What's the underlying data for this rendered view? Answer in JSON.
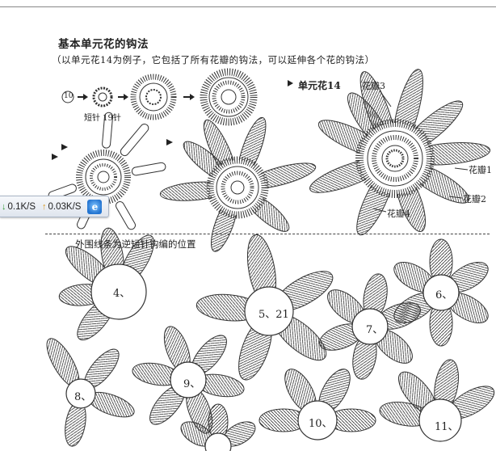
{
  "header": {
    "title": "基本单元花的钩法",
    "subtitle": "（以单元花14为例子，它包括了所有花瓣的钩法，可以延伸各个花的钩法）"
  },
  "steps": {
    "ring_label": "10",
    "stitch_note": "短针 19针",
    "unit_label": "单元花14"
  },
  "petals": {
    "p1": "花瓣1",
    "p2": "花瓣2",
    "p3": "花瓣3",
    "p4": "花瓣4"
  },
  "section2": {
    "note": "外围线条为逆短针钩编的位置"
  },
  "flowers": [
    {
      "label": "4、"
    },
    {
      "label": "5、21"
    },
    {
      "label": "6、"
    },
    {
      "label": "7、"
    },
    {
      "label": "8、"
    },
    {
      "label": "9、"
    },
    {
      "label": "10、"
    },
    {
      "label": "11、"
    }
  ],
  "netspeed": {
    "down": "0.1K/S",
    "up": "0.03K/S",
    "icon": "browser-e-icon",
    "down_color": "#2f9a2f",
    "up_color": "#d9981b"
  }
}
